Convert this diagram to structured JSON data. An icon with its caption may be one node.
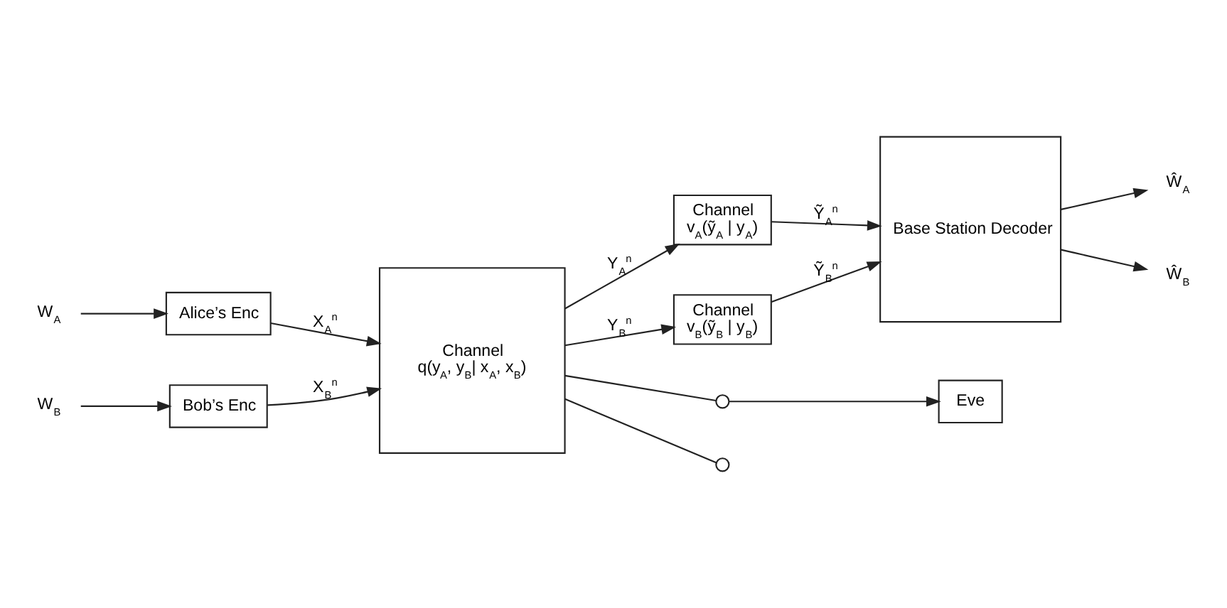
{
  "diagram": {
    "nodes": [
      {
        "text": [
          "W$_{A}$"
        ]
      },
      {
        "text": [
          "Alice’s Enc"
        ]
      },
      {
        "text": [
          "W$_{B}$"
        ]
      },
      {
        "text": [
          "Bob’s Enc"
        ]
      },
      {
        "text": [
          "Channel",
          "q(y$_{A}$, y$_{B}$| x$_{A}$, x$_{B}$)"
        ]
      },
      {
        "text": [
          "Channel",
          "v$_{A}$(ỹ$_{A}$ | y$_{A}$)"
        ]
      },
      {
        "text": [
          "Channel",
          "v$_{B}$(ỹ$_{B}$ | y$_{B}$)"
        ]
      },
      {
        "text": [
          "Base Station Decoder"
        ]
      },
      {
        "text": [
          "Ŵ$_{A}$"
        ]
      },
      {
        "text": [
          "Ŵ$_{B}$"
        ]
      },
      {
        "text": [],
        "shape": "circle"
      },
      {
        "text": [],
        "shape": "circle"
      },
      {
        "text": [
          "Eve"
        ]
      }
    ],
    "edges": [
      {
        "from": 0,
        "to": 1,
        "arrow": "to"
      },
      {
        "from": 1,
        "to": 4,
        "arrow": "to",
        "label": "X$_{A}$$^{n}$"
      },
      {
        "from": 2,
        "to": 3,
        "arrow": "to"
      },
      {
        "from": 3,
        "to": 4,
        "arrow": "to",
        "label": "X$_{B}$$^{n}$"
      },
      {
        "from": 4,
        "to": 5,
        "arrow": "to",
        "label": "Y$_{A}$$^{n}$"
      },
      {
        "from": 4,
        "to": 6,
        "arrow": "to",
        "label": "Y$_{B}$$^{n}$"
      },
      {
        "from": 5,
        "to": 7,
        "arrow": "to",
        "label": "Ỹ$_{A}$$^{n}$"
      },
      {
        "from": 6,
        "to": 7,
        "arrow": "to",
        "label": "Ỹ$_{B}$$^{n}$"
      },
      {
        "from": 7,
        "to": 8,
        "arrow": "to"
      },
      {
        "from": 7,
        "to": 9,
        "arrow": "to"
      },
      {
        "from": 4,
        "to": 10,
        "arrow": "none"
      },
      {
        "from": 4,
        "to": 11,
        "arrow": "none"
      },
      {
        "from": 10,
        "to": 12,
        "arrow": "to"
      }
    ]
  }
}
